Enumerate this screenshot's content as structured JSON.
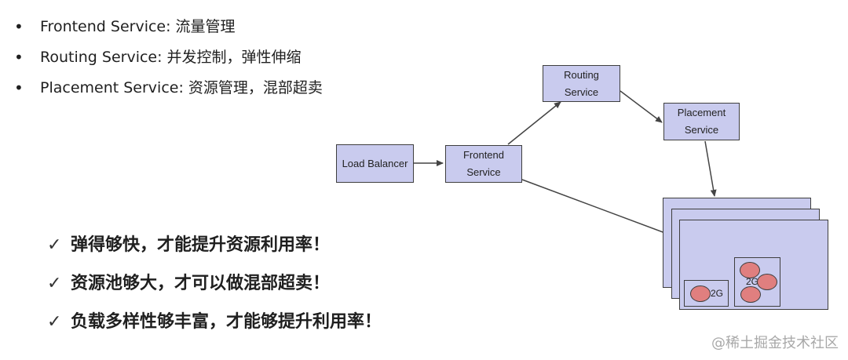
{
  "bullets": [
    {
      "symbol": "•",
      "text": "Frontend Service: 流量管理"
    },
    {
      "symbol": "•",
      "text": "Routing Service: 并发控制，弹性伸缩"
    },
    {
      "symbol": "•",
      "text": "Placement Service: 资源管理，混部超卖"
    }
  ],
  "diagram": {
    "nodes": {
      "load_balancer": "Load Balancer",
      "frontend": "Frontend\nService",
      "routing": "Routing\nService",
      "placement": "Placement\nService"
    },
    "pods": {
      "small_label": "2G",
      "large_label": "2G"
    },
    "colors": {
      "node_fill": "#c9cbee",
      "node_border": "#3e3e3e",
      "instance_fill": "#e07f7f",
      "arrow": "#444444"
    }
  },
  "checks": [
    {
      "symbol": "✓",
      "text": "弹得够快，才能提升资源利用率！"
    },
    {
      "symbol": "✓",
      "text": "资源池够大，才可以做混部超卖！"
    },
    {
      "symbol": "✓",
      "text": "负载多样性够丰富，才能够提升利用率！"
    }
  ],
  "watermark": "@稀土掘金技术社区"
}
